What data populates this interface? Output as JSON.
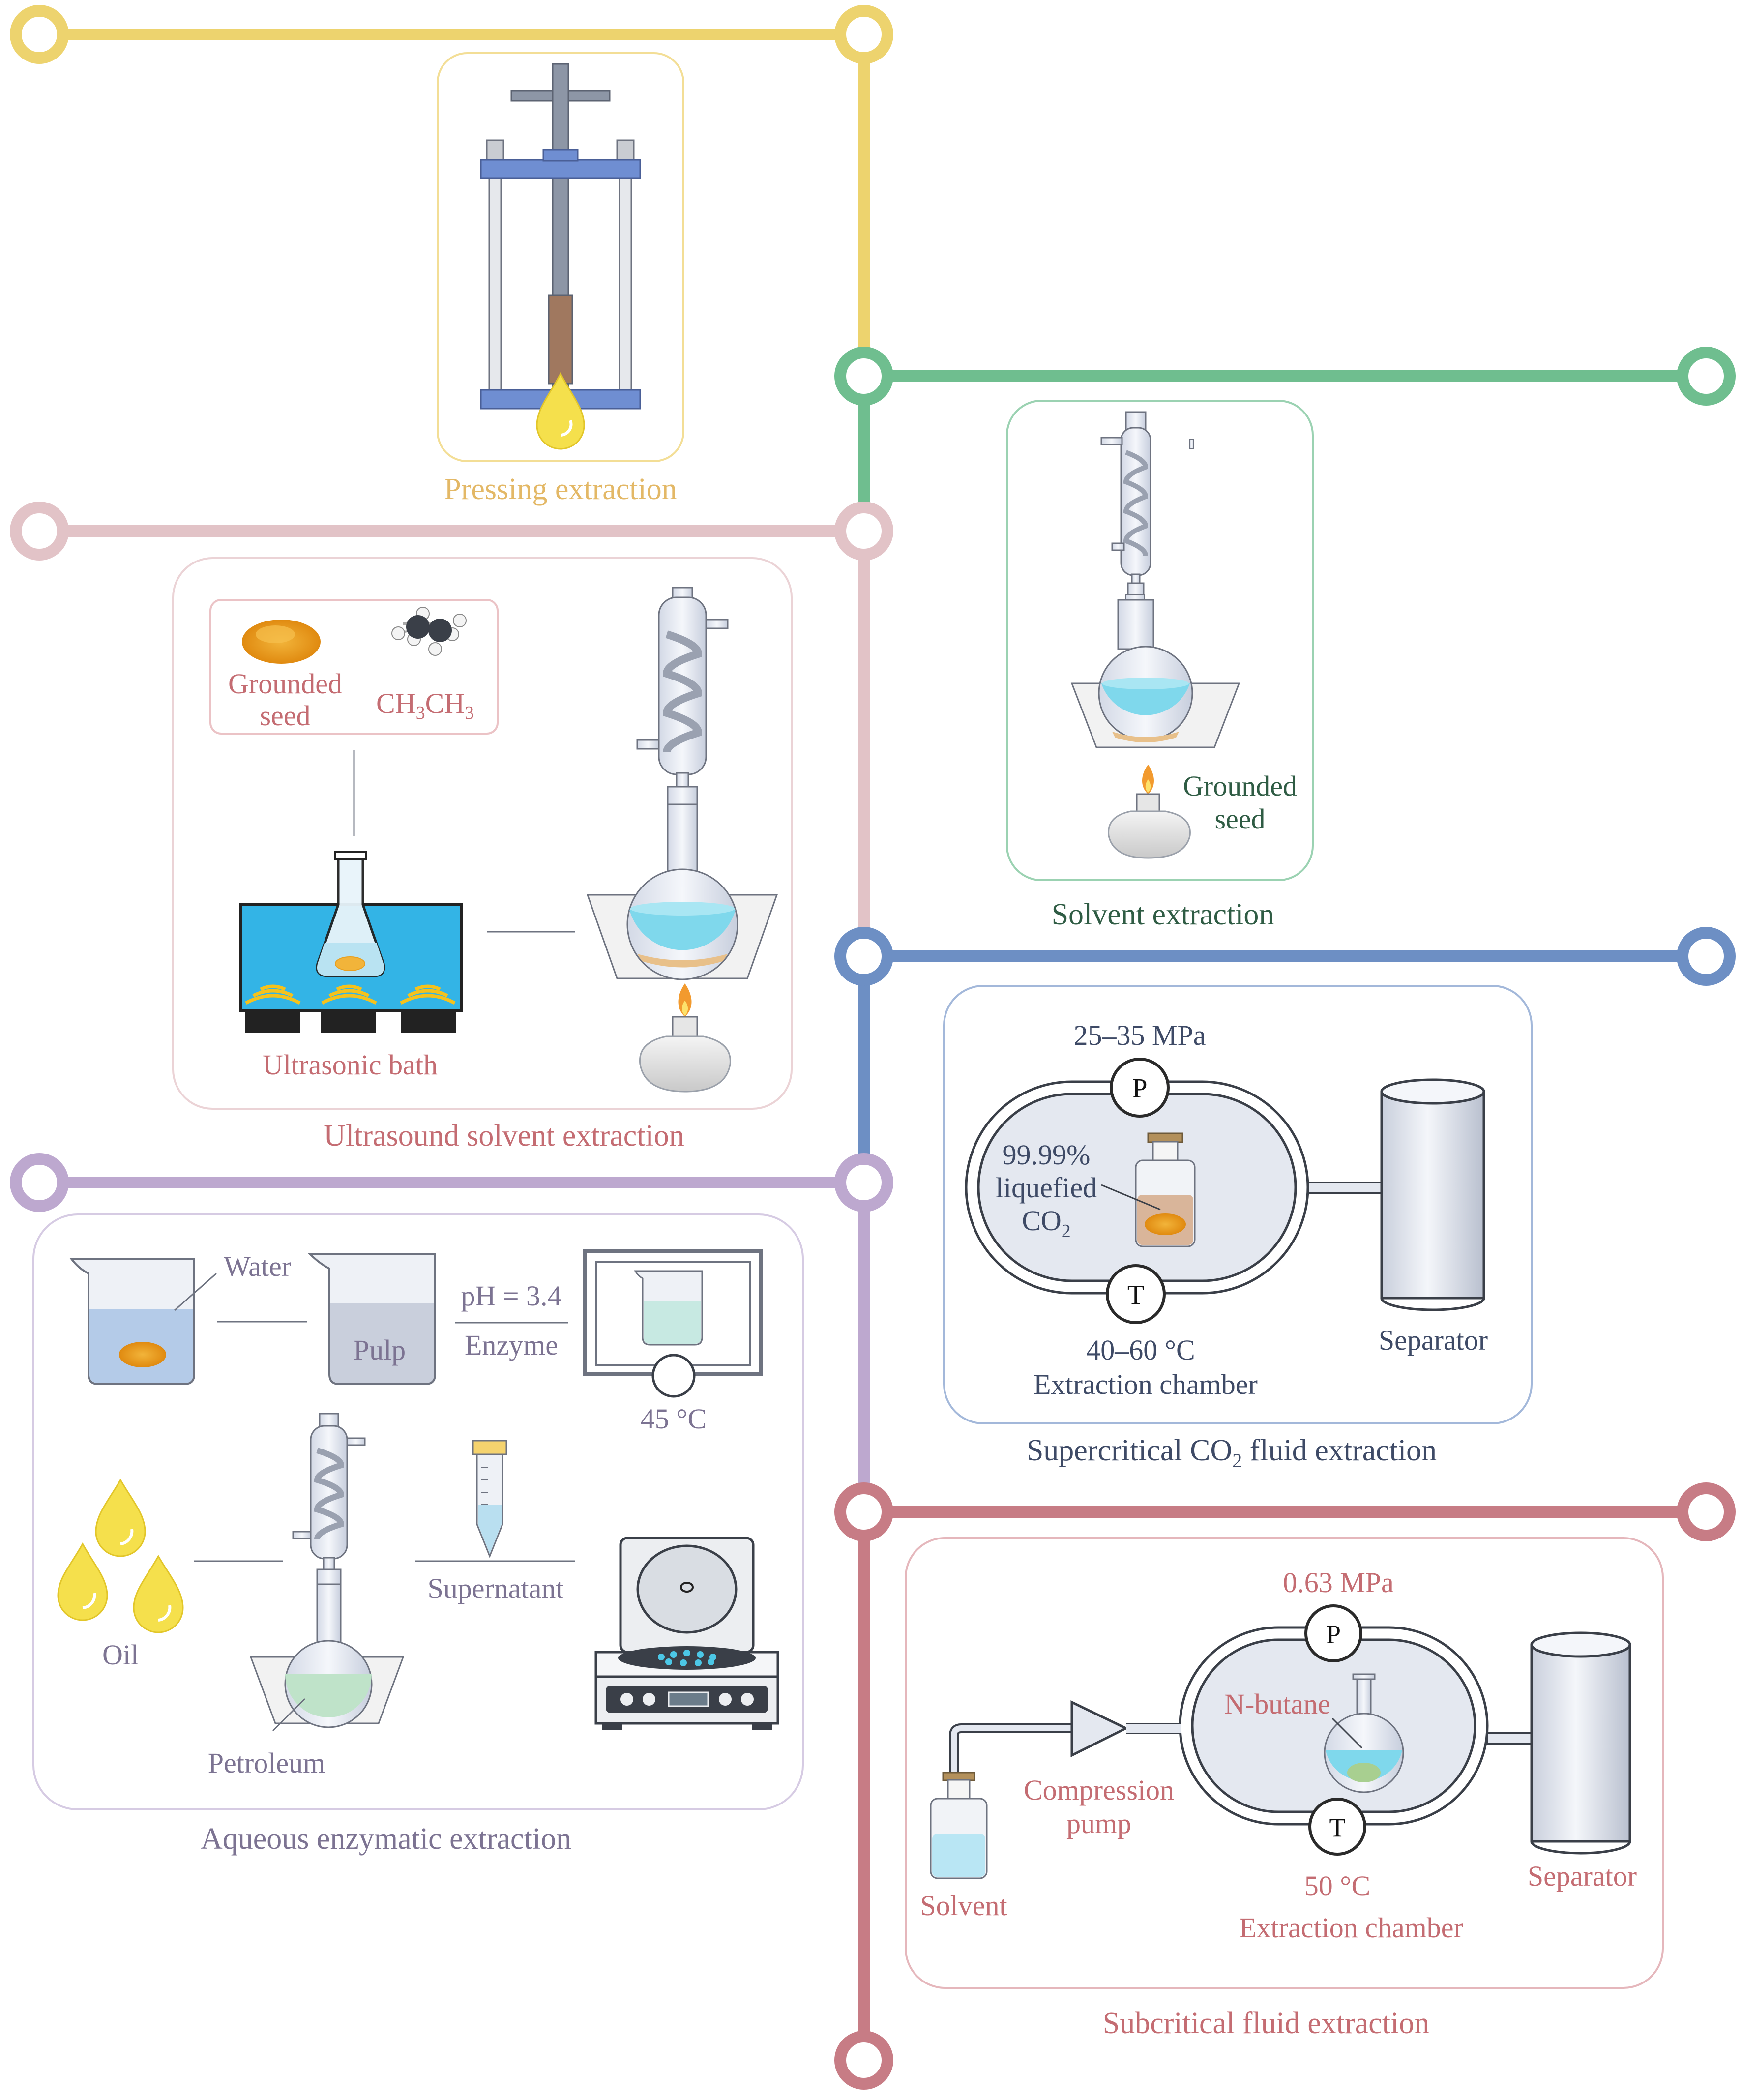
{
  "colors": {
    "yellow": "#EDD36E",
    "green": "#6FBE8F",
    "pink": "#E2C3C7",
    "blue": "#6D8FC4",
    "purple": "#BDA8CF",
    "red": "#C77C85",
    "yellow_text": "#E3B866",
    "green_text": "#2F5C44",
    "pink_text": "#C46C72",
    "blue_text": "#3E4A66",
    "purple_text": "#7C7392",
    "red_text": "#C46C72",
    "water": "#7FD8EC",
    "oil": "#F5E04C",
    "seed": "#E8A020",
    "bath": "#33B4E6",
    "glass": "#E2E7F1",
    "grey_line": "#6E7380"
  },
  "sections": {
    "pressing": {
      "caption": "Pressing extraction"
    },
    "solvent": {
      "caption": "Solvent extraction",
      "seed_label_1": "Grounded",
      "seed_label_2": "seed"
    },
    "ultrasound": {
      "caption": "Ultrasound solvent extraction",
      "seed_label_1": "Grounded",
      "seed_label_2": "seed",
      "chem_main": "CH",
      "chem_sub1": "3",
      "chem_mid": "CH",
      "chem_sub2": "3",
      "bath_label": "Ultrasonic bath"
    },
    "supercritical": {
      "caption_main": "Supercritical CO",
      "caption_sub": "2",
      "caption_tail": " fluid extraction",
      "pressure": "25–35 MPa",
      "p_gauge": "P",
      "t_gauge": "T",
      "co2_line1": "99.99%",
      "co2_line2": "liquefied",
      "co2_line3": "CO",
      "co2_sub": "2",
      "temperature": "40–60 °C",
      "chamber": "Extraction chamber",
      "separator": "Separator"
    },
    "enzymatic": {
      "caption": "Aqueous enzymatic extraction",
      "water": "Water",
      "pulp": "Pulp",
      "ph": "pH = 3.4",
      "enzyme": "Enzyme",
      "temp": "45 °C",
      "oil": "Oil",
      "supernatant": "Supernatant",
      "petroleum": "Petroleum"
    },
    "subcritical": {
      "caption": "Subcritical fluid extraction",
      "pressure": "0.63 MPa",
      "p_gauge": "P",
      "t_gauge": "T",
      "nbutane": "N-butane",
      "pump_1": "Compression",
      "pump_2": "pump",
      "solvent": "Solvent",
      "temperature": "50 °C",
      "chamber": "Extraction chamber",
      "separator": "Separator"
    }
  }
}
